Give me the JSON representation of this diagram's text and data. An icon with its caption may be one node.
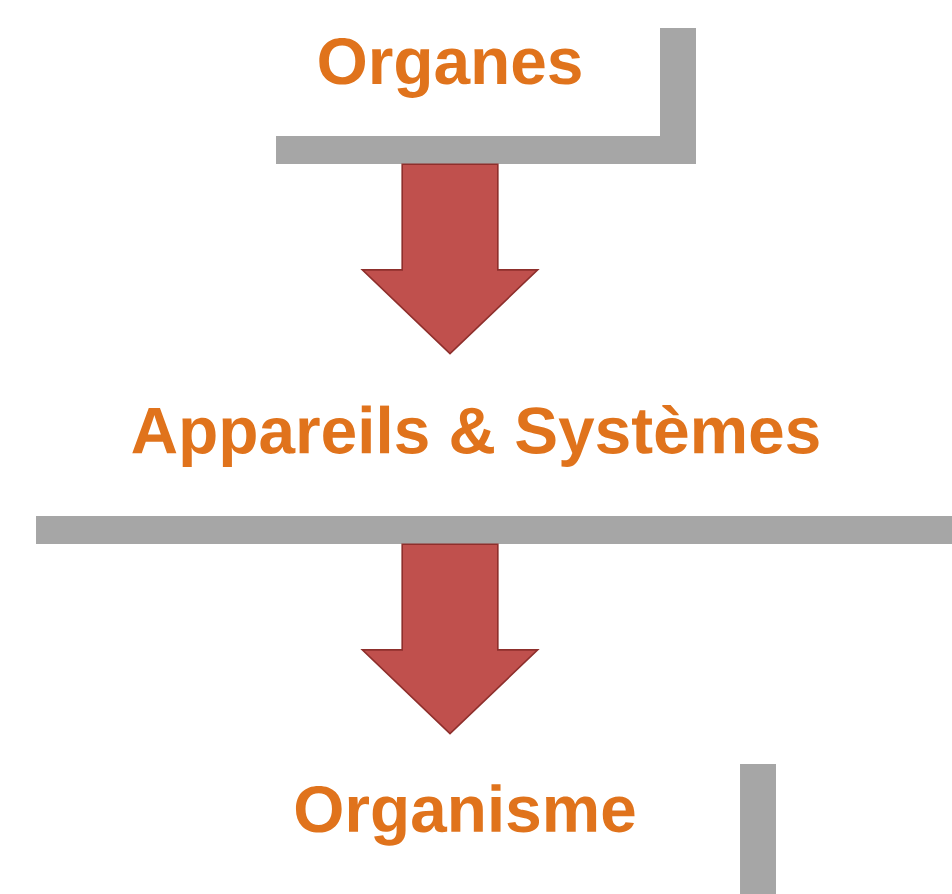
{
  "diagram": {
    "nodes": [
      {
        "text": [
          "Organes"
        ]
      },
      {
        "text": [
          "Appareils & Systèmes"
        ]
      },
      {
        "text": [
          "Organisme"
        ]
      }
    ],
    "edges": [
      {
        "from": 0,
        "to": 1,
        "arrow": "to"
      },
      {
        "from": 1,
        "to": 2,
        "arrow": "to"
      }
    ]
  }
}
